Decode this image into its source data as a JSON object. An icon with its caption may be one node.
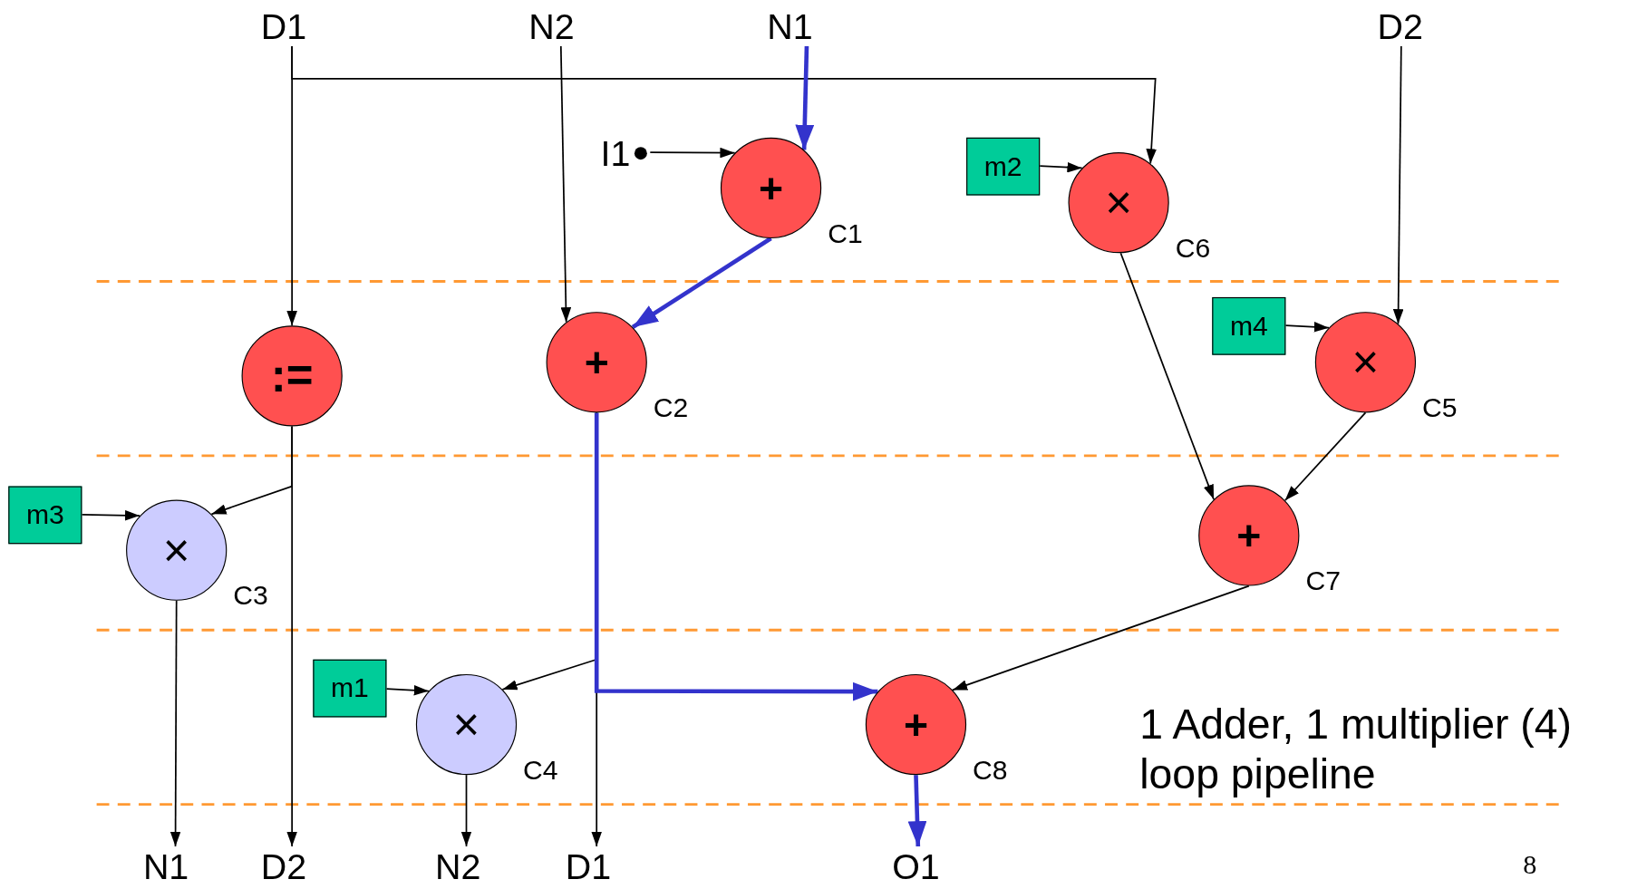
{
  "diagram": {
    "nodes": [
      {
        "text": [
          "D1"
        ]
      },
      {
        "text": [
          "N2"
        ]
      },
      {
        "text": [
          "N1"
        ]
      },
      {
        "text": [
          "D2"
        ]
      },
      {
        "text": [
          "I1"
        ]
      },
      {
        "text": [
          "+"
        ],
        "beside": [
          "C1"
        ]
      },
      {
        "text": [
          "m2"
        ]
      },
      {
        "text": [
          "×"
        ],
        "beside": [
          "C6"
        ]
      },
      {
        "text": [
          ":="
        ]
      },
      {
        "text": [
          "+"
        ],
        "beside": [
          "C2"
        ]
      },
      {
        "text": [
          "m4"
        ]
      },
      {
        "text": [
          "×"
        ],
        "beside": [
          "C5"
        ]
      },
      {
        "text": [
          "m3"
        ]
      },
      {
        "text": [
          "×"
        ],
        "beside": [
          "C3"
        ]
      },
      {
        "text": [
          "+"
        ],
        "beside": [
          "C7"
        ]
      },
      {
        "text": [
          "m1"
        ]
      },
      {
        "text": [
          "×"
        ],
        "beside": [
          "C4"
        ]
      },
      {
        "text": [
          "+"
        ],
        "beside": [
          "C8"
        ]
      },
      {
        "text": [
          "N1"
        ]
      },
      {
        "text": [
          "D2"
        ]
      },
      {
        "text": [
          "N2"
        ]
      },
      {
        "text": [
          "D1"
        ]
      },
      {
        "text": [
          "O1"
        ]
      }
    ],
    "edges": [
      {
        "from": 0,
        "to": 7,
        "arrow": "to"
      },
      {
        "from": 0,
        "to": 8,
        "arrow": "to"
      },
      {
        "from": 1,
        "to": 9,
        "arrow": "to"
      },
      {
        "from": 2,
        "to": 5,
        "arrow": "to",
        "style": "thick",
        "color": "#3333cc"
      },
      {
        "from": 4,
        "to": 5,
        "arrow": "to"
      },
      {
        "from": 5,
        "to": 9,
        "arrow": "to",
        "style": "thick",
        "color": "#3333cc"
      },
      {
        "from": 6,
        "to": 7,
        "arrow": "to"
      },
      {
        "from": 7,
        "to": 14,
        "arrow": "to"
      },
      {
        "from": 3,
        "to": 11,
        "arrow": "to"
      },
      {
        "from": 10,
        "to": 11,
        "arrow": "to"
      },
      {
        "from": 11,
        "to": 14,
        "arrow": "to"
      },
      {
        "from": 8,
        "to": 19,
        "arrow": "to"
      },
      {
        "from": 8,
        "to": 13,
        "arrow": "to"
      },
      {
        "from": 12,
        "to": 13,
        "arrow": "to"
      },
      {
        "from": 13,
        "to": 18,
        "arrow": "to"
      },
      {
        "from": 9,
        "to": 17,
        "arrow": "to",
        "style": "thick",
        "color": "#3333cc"
      },
      {
        "from": 9,
        "to": 16,
        "arrow": "to"
      },
      {
        "from": 9,
        "to": 21,
        "arrow": "to"
      },
      {
        "from": 15,
        "to": 16,
        "arrow": "to"
      },
      {
        "from": 16,
        "to": 20,
        "arrow": "to"
      },
      {
        "from": 14,
        "to": 17,
        "arrow": "to"
      },
      {
        "from": 17,
        "to": 22,
        "arrow": "to",
        "style": "thick",
        "color": "#3333cc"
      }
    ],
    "labels": [
      "1 Adder, 1 multiplier (4) loop pipeline",
      "8"
    ]
  }
}
